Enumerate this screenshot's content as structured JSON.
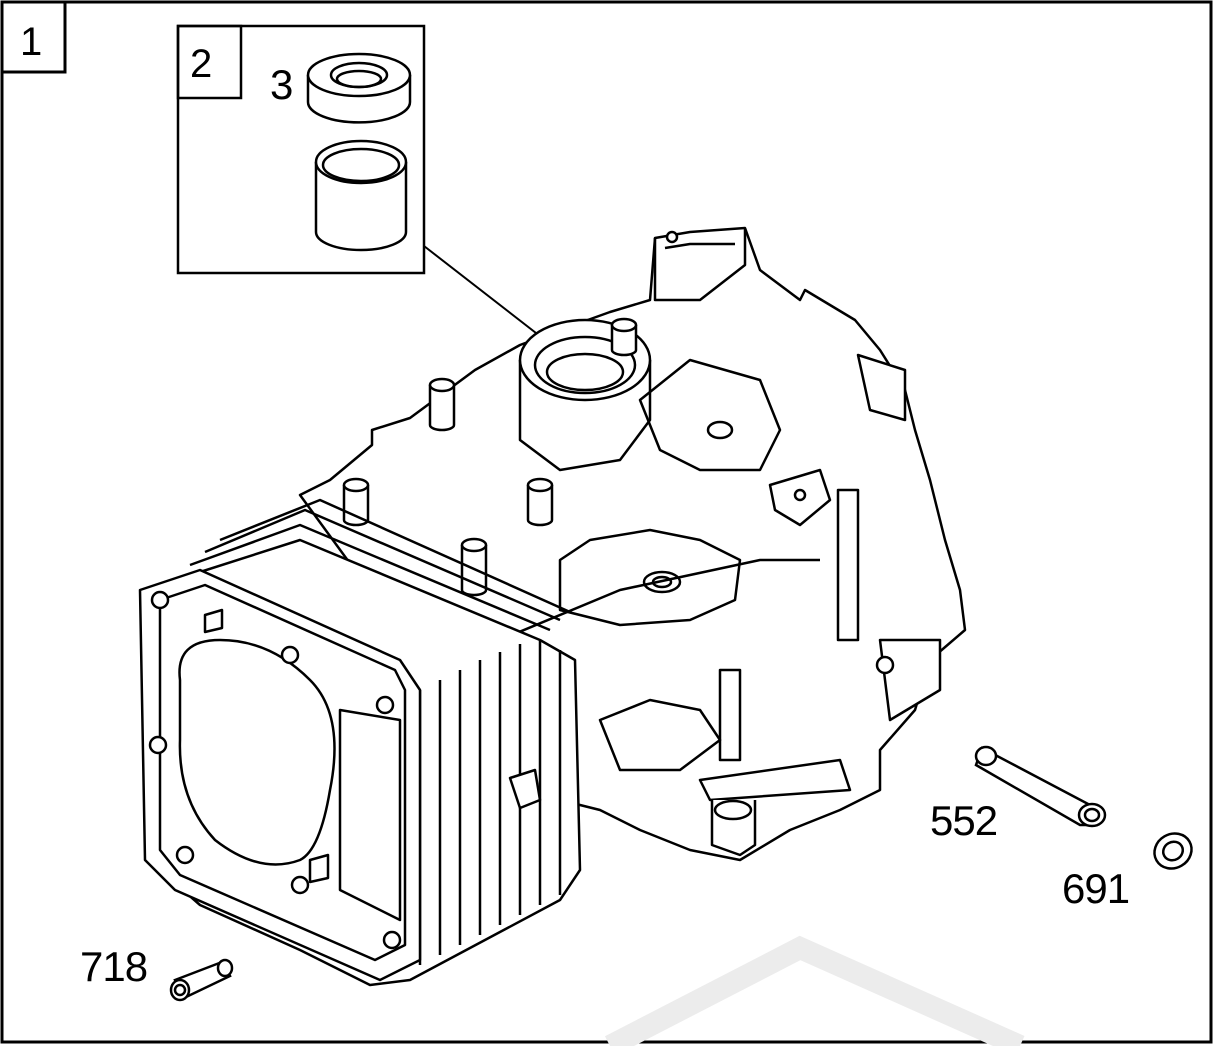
{
  "diagram": {
    "callouts": {
      "box_outer": "1",
      "box_inner": "2",
      "rings": "3",
      "dowel_pin_long": "552",
      "washer": "691",
      "dowel_pin_short": "718"
    },
    "colors": {
      "line": "#000000",
      "background": "#ffffff",
      "watermark": "#e8e8e8"
    }
  }
}
